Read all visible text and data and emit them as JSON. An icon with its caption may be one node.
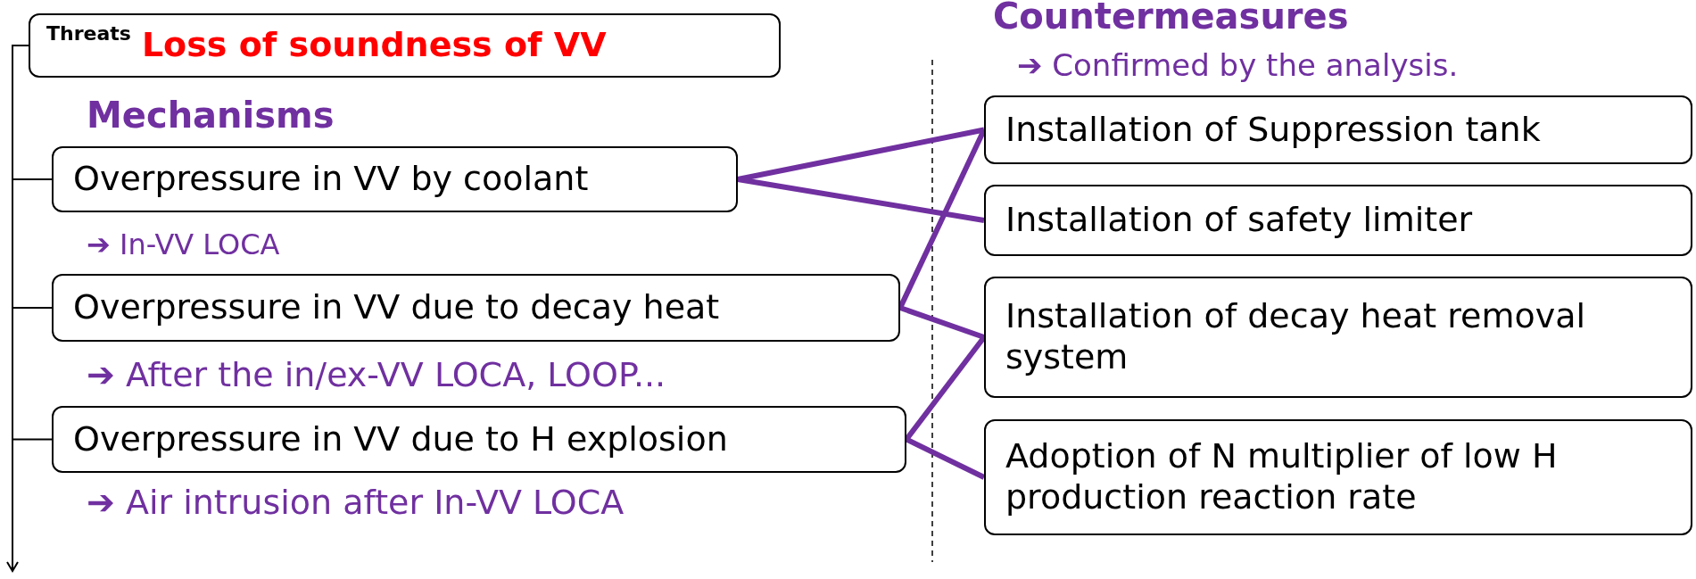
{
  "diagram": {
    "nodes": [
      {
        "text": [
          "Threats",
          "Loss of soundness of VV"
        ]
      },
      {
        "text": [
          "Overpressure in VV by coolant"
        ],
        "beside": [
          "➔ In-VV LOCA"
        ]
      },
      {
        "text": [
          "Overpressure in VV due to decay heat"
        ],
        "beside": [
          "➔ After the in/ex-VV LOCA, LOOP..."
        ]
      },
      {
        "text": [
          "Overpressure in VV due to H explosion"
        ],
        "beside": [
          "➔ Air intrusion after In-VV LOCA"
        ]
      },
      {
        "text": [
          "Installation of Suppression tank"
        ]
      },
      {
        "text": [
          "Installation of safety limiter"
        ]
      },
      {
        "text": [
          "Installation of decay heat removal system"
        ]
      },
      {
        "text": [
          "Adoption of N multiplier of low H production reaction rate"
        ]
      }
    ],
    "edges": [
      {
        "from": 0,
        "to": 1,
        "arrow": "none",
        "color": "#000000"
      },
      {
        "from": 0,
        "to": 2,
        "arrow": "none",
        "color": "#000000"
      },
      {
        "from": 0,
        "to": 3,
        "arrow": "none",
        "color": "#000000"
      },
      {
        "from": 0,
        "to": null,
        "arrow": "to",
        "color": "#000000"
      },
      {
        "from": 1,
        "to": 4,
        "arrow": "none"
      },
      {
        "from": 1,
        "to": 5,
        "arrow": "none"
      },
      {
        "from": 2,
        "to": 4,
        "arrow": "none"
      },
      {
        "from": 2,
        "to": 6,
        "arrow": "none"
      },
      {
        "from": 3,
        "to": 6,
        "arrow": "none"
      },
      {
        "from": 3,
        "to": 7,
        "arrow": "none"
      }
    ],
    "labels": [
      "Mechanisms",
      "Countermeasures",
      "➔ Confirmed by the analysis."
    ]
  }
}
